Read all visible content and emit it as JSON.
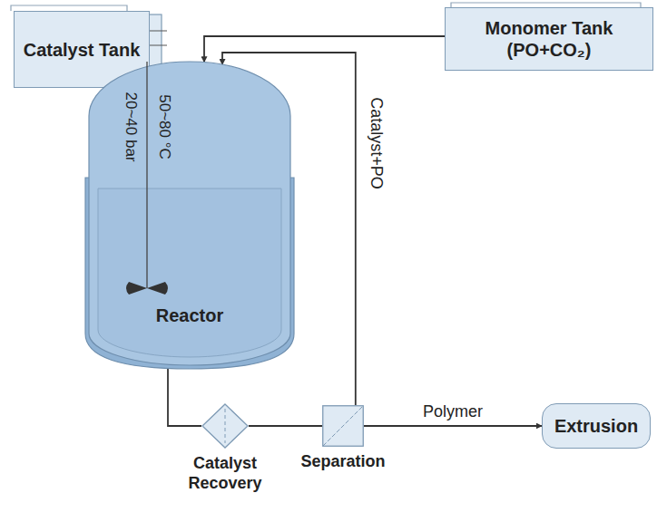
{
  "diagram": {
    "nodes": [
      {
        "text": [
          "Catalyst Tank"
        ]
      },
      {
        "text": [
          "Monomer Tank (PO+CO₂)"
        ]
      },
      {
        "text": [
          "20~40 bar",
          "50~80 °C",
          "Reactor"
        ]
      },
      {
        "text": [
          "Catalyst Recovery"
        ]
      },
      {
        "text": [
          "Separation"
        ]
      },
      {
        "text": [
          "Extrusion"
        ]
      }
    ],
    "edges": [
      {
        "from": 0,
        "to": 2,
        "arrow": "to"
      },
      {
        "from": 1,
        "to": 2,
        "arrow": "to"
      },
      {
        "from": 2,
        "to": 3,
        "arrow": "none"
      },
      {
        "from": 3,
        "to": 4,
        "arrow": "none"
      },
      {
        "from": 4,
        "to": 5,
        "label": "Polymer",
        "arrow": "to"
      },
      {
        "from": 4,
        "to": 2,
        "label": "Catalyst+PO",
        "arrow": "to"
      }
    ]
  }
}
